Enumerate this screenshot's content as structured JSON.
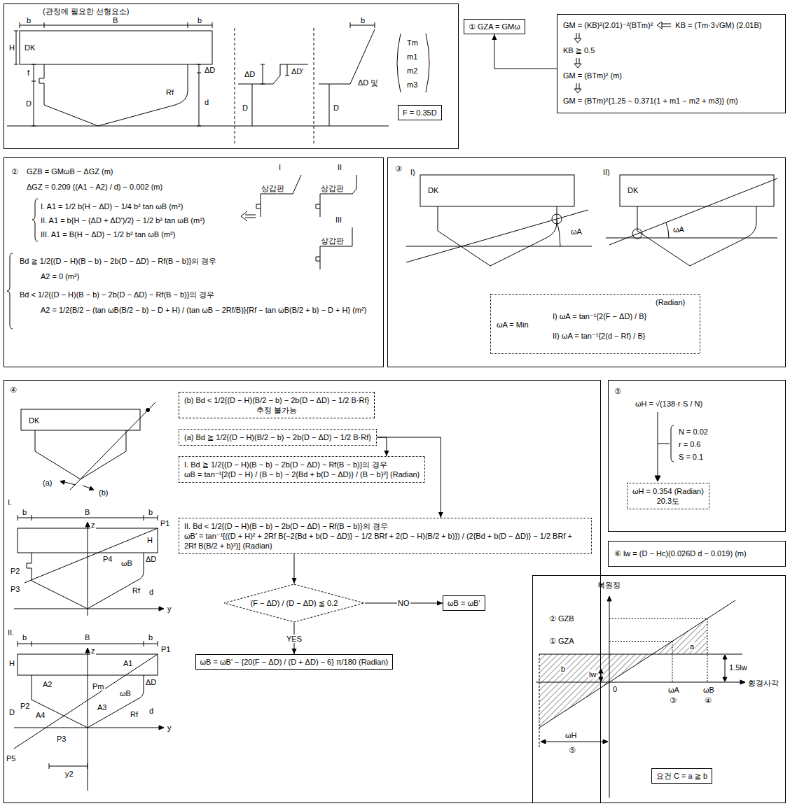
{
  "diagram": {
    "nodes": [
      {
        "text": [
          "(관정에 필요한 선형요소)"
        ]
      },
      {
        "text": [
          "F = 0.35D"
        ],
        "in": 0
      },
      {
        "text": [
          "① GZA = GMω"
        ]
      },
      {
        "text": [
          "GM = (KB)²(2.01)⁻²(BTm)²",
          "KB = (Tm·3√GM) (2.01B)",
          "KB ≧ 0.5",
          "GM = (BTm)² (m)",
          "GM = (BTm)²{1.25 − 0.371(1 + m1 − m2 + m3)} (m)"
        ]
      },
      {
        "text": [
          "②",
          "GZB = GMωB − ΔGZ (m)",
          "ΔGZ = 0.209 ((A1 − A2) / d) − 0.002 (m)",
          "I. A1 = 1/2 b(H − ΔD) − 1/4 b² tan ωB (m²)",
          "II. A1 = b{H − (ΔD + ΔD')/2} − 1/2 b² tan ωB (m²)",
          "III. A1 = B(H − ΔD) − 1/2 b² tan ωB (m²)",
          "Bd ≧ 1/2{(D − H)(B − b) − 2b(D − ΔD) − Rf(B − b)}의 경우",
          "A2 = 0 (m²)",
          "Bd < 1/2{(D − H)(B − b) − 2b(D − ΔD) − Rf(B − b)}의 경우",
          "A2 = 1/2{B/2 − (tan ωB(B/2 − b) − D + H) / (tan ωB − 2Rf/B)}{Rf − tan ωB(B/2 + b) − D + H} (m²)"
        ]
      },
      {
        "text": [
          "③"
        ]
      },
      {
        "text": [
          "(Radian)",
          "ωA = Min",
          "I)  ωA = tan⁻¹{2(F − ΔD) / B}",
          "II)  ωA = tan⁻¹{2(d − Rf) / B}"
        ],
        "in": 5
      },
      {
        "text": [
          "④"
        ]
      },
      {
        "text": [
          "(b) Bd < 1/2{(D − H)(B/2 − b) − 2b(D − ΔD) − 1/2 B·Rf}",
          "추정 불가능"
        ],
        "in": 7
      },
      {
        "text": [
          "(a) Bd ≧ 1/2{(D − H)(B/2 − b) − 2b(D − ΔD) − 1/2 B·Rf}"
        ],
        "in": 7
      },
      {
        "text": [
          "I. Bd ≧ 1/2{(D − H)(B − b) − 2b(D − ΔD) − Rf(B − b)}의 경우",
          "ωB = tan⁻¹[2(D − H) / (B − b) − 2{Bd + b(D − ΔD)} / (B − b)²] (Radian)"
        ],
        "in": 7
      },
      {
        "text": [
          "II. Bd < 1/2{(D − H)(B − b) − 2b(D − ΔD) − Rf(B − b)}의 경우",
          "ωB' = tan⁻¹[((D + H)² + 2Rf B{−2{Bd + b(D − ΔD)} − 1/2 BRf + 2(D − H)(B/2 + b)}) / (2{Bd + b(D − ΔD)} − 1/2 BRf + 2Rf B(B/2 + b)²)] (Radian)"
        ],
        "in": 7
      },
      {
        "text": [
          "(F − ΔD) / (D − ΔD) ≦ 0.2"
        ],
        "in": 7
      },
      {
        "text": [
          "ωB = ωB'"
        ],
        "in": 7
      },
      {
        "text": [
          "ωB = ωB' − {20(F − ΔD) / (D + ΔD) − 6} π/180 (Radian)"
        ],
        "in": 7
      },
      {
        "text": [
          "⑤",
          "ωH = √(138·r·S / N)",
          "N = 0.02",
          "r = 0.6",
          "S = 0.1"
        ]
      },
      {
        "text": [
          "ωH = 0.354 (Radian)",
          "20.3도"
        ],
        "in": 15
      },
      {
        "text": [
          "⑥ lw = (D − Hc)(0.026D d − 0.019) (m)"
        ]
      },
      {
        "text": [
          "복원정",
          "횡경사각"
        ]
      },
      {
        "text": [
          "요건 C = a ≧ b"
        ],
        "in": 18
      }
    ],
    "edges": [
      {
        "from": 3,
        "to": 2,
        "arrow": "to"
      },
      {
        "from": 9,
        "to": 10,
        "arrow": "to"
      },
      {
        "from": 9,
        "to": 11,
        "arrow": "to"
      },
      {
        "from": 11,
        "to": 12,
        "arrow": "to"
      },
      {
        "from": 12,
        "to": 13,
        "label": "NO",
        "arrow": "to"
      },
      {
        "from": 12,
        "to": 14,
        "label": "YES",
        "arrow": "to"
      }
    ],
    "labels": [
      "b",
      "B",
      "b",
      "H",
      "DK",
      "ΔD",
      "f",
      "D",
      "d",
      "Rf",
      "ΔD",
      "ΔD'",
      "D",
      "b",
      "ΔD 및",
      "D",
      "Tm",
      "m1",
      "m2",
      "m3",
      "I",
      "II",
      "III",
      "상갑판",
      "상갑판",
      "상갑판",
      "I)",
      "II)",
      "DK",
      "DK",
      "ωA",
      "ωA",
      "DK",
      "(a)",
      "(b)",
      "I.",
      "b",
      "B",
      "b",
      "z",
      "P1",
      "P4",
      "ωB",
      "H",
      "ΔD",
      "P2",
      "P3",
      "d",
      "Rf",
      "y",
      "II.",
      "b",
      "B",
      "b",
      "z",
      "H",
      "D",
      "P1",
      "ΔD",
      "P2",
      "Pm",
      "ωB",
      "A1",
      "A2",
      "A3",
      "A4",
      "Rf",
      "d",
      "y",
      "y2",
      "P5",
      "P3",
      "② GZB",
      "① GZA",
      "a",
      "b",
      "0",
      "lw",
      "1.5lw",
      "ωA",
      "③",
      "ωB",
      "④",
      "ωH",
      "⑤"
    ]
  }
}
